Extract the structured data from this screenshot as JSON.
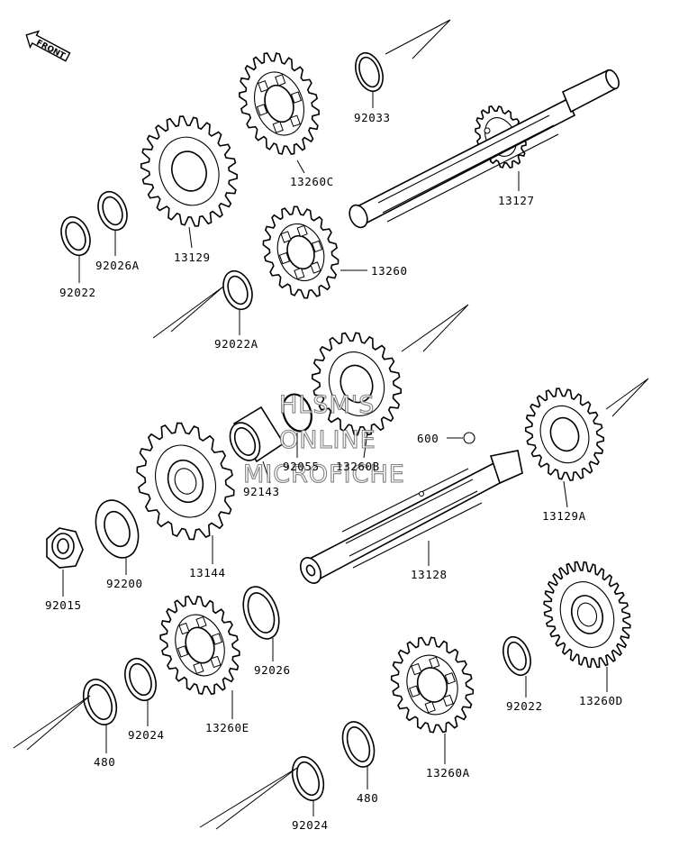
{
  "front_badge": "FRONT",
  "watermark": [
    "HLSM'S",
    "ONLINE",
    "MICROFICHE"
  ],
  "parts": {
    "p92033": "92033",
    "p13260C": "13260C",
    "p13127": "13127",
    "p13129": "13129",
    "p92026A": "92026A",
    "p92022_top": "92022",
    "p13260": "13260",
    "p92022A": "92022A",
    "p92055": "92055",
    "p13260B": "13260B",
    "p600": "600",
    "p92143": "92143",
    "p13129A": "13129A",
    "p13144": "13144",
    "p92200": "92200",
    "p92015": "92015",
    "p13128": "13128",
    "p13260D": "13260D",
    "p92026": "92026",
    "p92022_right": "92022",
    "p92024_left": "92024",
    "p13260E": "13260E",
    "p480_left": "480",
    "p13260A": "13260A",
    "p480_right": "480",
    "p92024_bottom": "92024"
  }
}
